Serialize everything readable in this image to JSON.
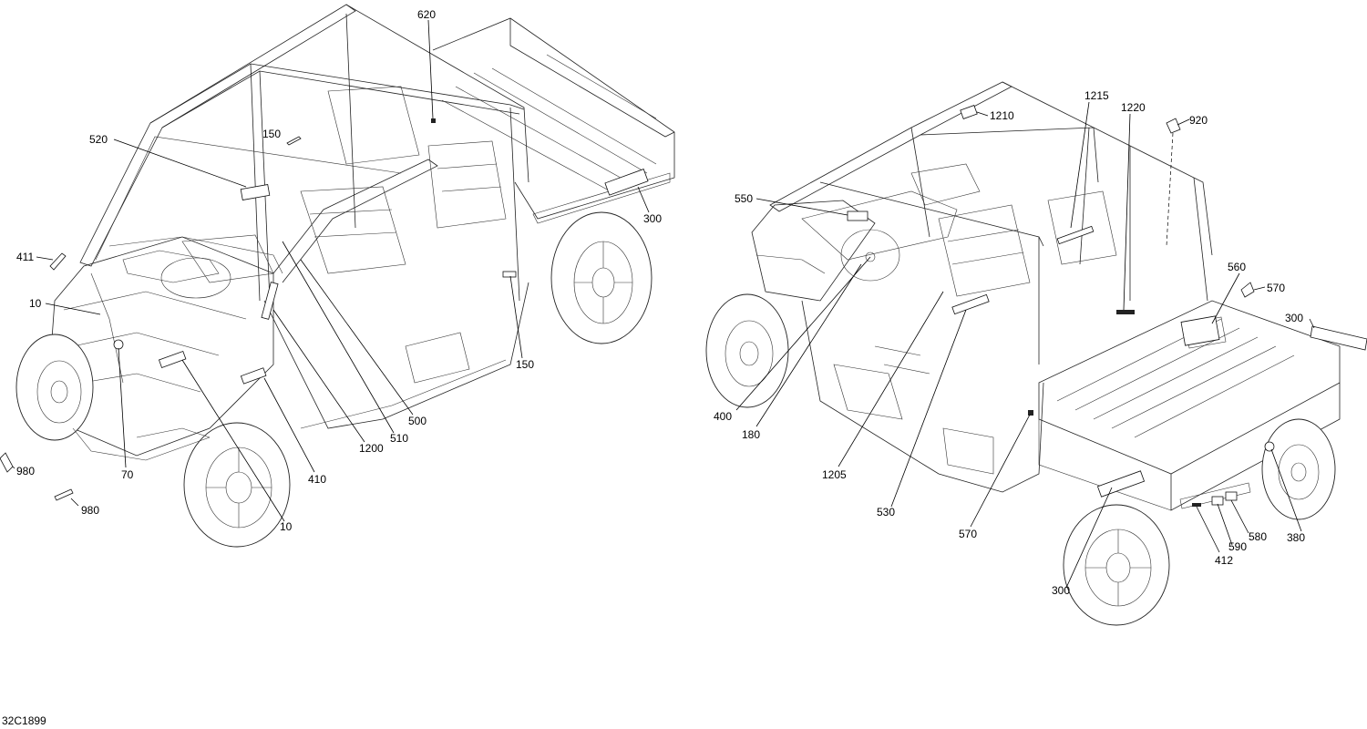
{
  "drawing_code": "32C1899",
  "views": [
    {
      "name": "front-left-view",
      "callouts": [
        "620",
        "150",
        "520",
        "411",
        "10",
        "70",
        "980",
        "980",
        "10",
        "410",
        "1200",
        "510",
        "500",
        "150",
        "300"
      ]
    },
    {
      "name": "rear-right-view",
      "callouts": [
        "1215",
        "1210",
        "1220",
        "920",
        "550",
        "560",
        "570",
        "300",
        "400",
        "180",
        "1205",
        "530",
        "570",
        "300",
        "412",
        "590",
        "580",
        "380"
      ]
    }
  ]
}
